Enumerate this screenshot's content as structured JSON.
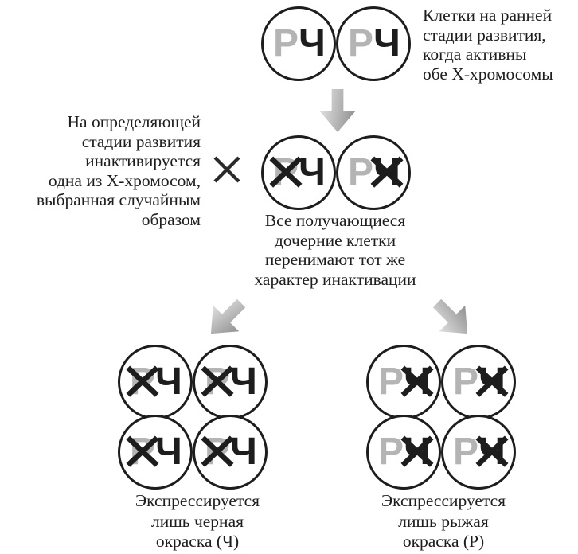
{
  "colors": {
    "ink": "#1d1d1d",
    "gray_letter": "#b4b4b4",
    "arrow_gray_light": "#dadada",
    "arrow_gray_dark": "#8e8e8e",
    "background": "#ffffff"
  },
  "icons": {
    "cross_out": "×",
    "down_arrow": "↓",
    "diagonal_arrow_left": "↙",
    "diagonal_arrow_right": "↘"
  },
  "stage1": {
    "cells": [
      {
        "r": "Р",
        "ch": "Ч",
        "r_crossed": false,
        "ch_crossed": false
      },
      {
        "r": "Р",
        "ch": "Ч",
        "r_crossed": false,
        "ch_crossed": false
      }
    ],
    "caption_lines": [
      "Клетки на ранней",
      "стадии развития,",
      "когда активны",
      "обе Х-хромосомы"
    ]
  },
  "stage2": {
    "side_note_lines": [
      "На определяющей",
      "стадии развития",
      "инактивируется",
      "одна из Х-хромосом,",
      "выбранная случайным",
      "образом"
    ],
    "cells": [
      {
        "r": "Р",
        "ch": "Ч",
        "r_crossed": true,
        "ch_crossed": false
      },
      {
        "r": "Р",
        "ch": "Ч",
        "r_crossed": false,
        "ch_crossed": true
      }
    ],
    "caption_lines": [
      "Все получающиеся",
      "дочерние клетки",
      "перенимают тот же",
      "характер инактивации"
    ]
  },
  "stage3_left": {
    "cells": [
      {
        "r": "Р",
        "ch": "Ч",
        "r_crossed": true,
        "ch_crossed": false
      },
      {
        "r": "Р",
        "ch": "Ч",
        "r_crossed": true,
        "ch_crossed": false
      },
      {
        "r": "Р",
        "ch": "Ч",
        "r_crossed": true,
        "ch_crossed": false
      },
      {
        "r": "Р",
        "ch": "Ч",
        "r_crossed": true,
        "ch_crossed": false
      }
    ],
    "caption_lines": [
      "Экспрессируется",
      "лишь черная",
      "окраска (Ч)"
    ]
  },
  "stage3_right": {
    "cells": [
      {
        "r": "Р",
        "ch": "Ч",
        "r_crossed": false,
        "ch_crossed": true
      },
      {
        "r": "Р",
        "ch": "Ч",
        "r_crossed": false,
        "ch_crossed": true
      },
      {
        "r": "Р",
        "ch": "Ч",
        "r_crossed": false,
        "ch_crossed": true
      },
      {
        "r": "Р",
        "ch": "Ч",
        "r_crossed": false,
        "ch_crossed": true
      }
    ],
    "caption_lines": [
      "Экспрессируется",
      "лишь рыжая",
      "окраска (Р)"
    ]
  }
}
